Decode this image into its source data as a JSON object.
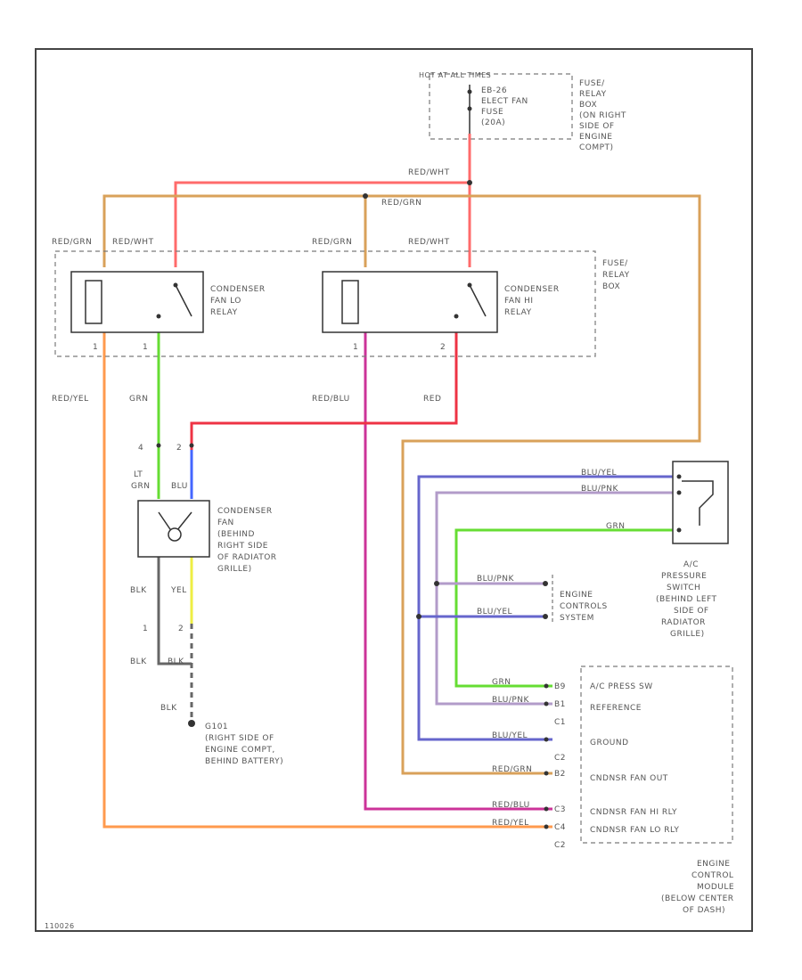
{
  "colors": {
    "red_wht": "#ff6b6b",
    "red_grn": "#d9a15a",
    "red_yel": "#ff9a4d",
    "red_blu": "#cc3399",
    "red": "#ee3344",
    "grn": "#66dd33",
    "blu": "#4466ff",
    "yel": "#eeee44",
    "blk": "#666666",
    "blu_yel": "#6666cc",
    "blu_pnk": "#b29bc9",
    "tan": "#d6b77a"
  },
  "diagram_id": "110026",
  "fuses": {
    "hot_label": "HOT AT ALL TIMES",
    "fuse_label": [
      "EB-26",
      "ELECT FAN",
      "FUSE",
      "(20A)"
    ],
    "box_label": [
      "FUSE/",
      "RELAY",
      "BOX",
      "(ON RIGHT",
      "SIDE OF",
      "ENGINE",
      "COMPT)"
    ]
  },
  "relay_box_label": [
    "FUSE/",
    "RELAY",
    "BOX"
  ],
  "relay_l": {
    "label": [
      "CONDENSER",
      "FAN LO",
      "RELAY"
    ],
    "wire_in_a": "RED/GRN",
    "wire_in_b": "RED/WHT",
    "pin_a": "1",
    "pin_b": "1"
  },
  "relay_h": {
    "label": [
      "CONDENSER",
      "FAN HI",
      "RELAY"
    ],
    "wire_in_a": "RED/GRN",
    "wire_in_b": "RED/WHT",
    "pin_a": "1",
    "pin_b": "2"
  },
  "wire_labels": {
    "red_wht_top": "RED/WHT",
    "red_grn_top": "RED/GRN",
    "red_yel": "RED/YEL",
    "grn": "GRN",
    "red_blu": "RED/BLU",
    "red": "RED",
    "pin_4": "4",
    "pin_2": "2",
    "lt_grn": "LT",
    "grn2": "GRN",
    "blu": "BLU",
    "blk1": "BLK",
    "yel": "YEL",
    "pin_1": "1",
    "pin_2b": "2",
    "blk2": "BLK",
    "blk3": "BLK",
    "blk4": "BLK"
  },
  "fan_motor_label": [
    "CONDENSER",
    "FAN",
    "(BEHIND",
    "RIGHT SIDE",
    "OF RADIATOR",
    "GRILLE)"
  ],
  "ground_label": [
    "G101",
    "(RIGHT SIDE OF",
    "ENGINE COMPT,",
    "BEHIND BATTERY)"
  ],
  "ac_switch": {
    "wire_a": "BLU/YEL",
    "wire_b": "BLU/PNK",
    "wire_c": "GRN",
    "label": [
      "A/C",
      "PRESSURE",
      "SWITCH",
      "(BEHIND LEFT",
      "SIDE OF",
      "RADIATOR",
      "GRILLE)"
    ]
  },
  "ecs": {
    "wire_a": "BLU/PNK",
    "wire_b": "BLU/YEL",
    "label": [
      "ENGINE",
      "CONTROLS",
      "SYSTEM"
    ]
  },
  "ecm": {
    "rows": [
      {
        "wire": "GRN",
        "pin": "B9",
        "func": "A/C PRESS SW"
      },
      {
        "wire": "BLU/PNK",
        "pin": "B1",
        "func": "REFERENCE"
      },
      {
        "wire": "",
        "pin": "C1",
        "func": ""
      },
      {
        "wire": "BLU/YEL",
        "pin": "",
        "func": "GROUND"
      },
      {
        "wire": "",
        "pin": "C2",
        "func": ""
      },
      {
        "wire": "RED/GRN",
        "pin": "B2",
        "func": "CNDNSR FAN OUT"
      },
      {
        "wire": "RED/BLU",
        "pin": "C3",
        "func": "CNDNSR FAN HI RLY"
      },
      {
        "wire": "RED/YEL",
        "pin": "C4",
        "func": "CNDNSR FAN LO RLY"
      },
      {
        "wire": "",
        "pin": "C2",
        "func": ""
      }
    ],
    "label": [
      "ENGINE",
      "CONTROL",
      "MODULE",
      "(BELOW CENTER",
      "OF DASH)"
    ]
  }
}
